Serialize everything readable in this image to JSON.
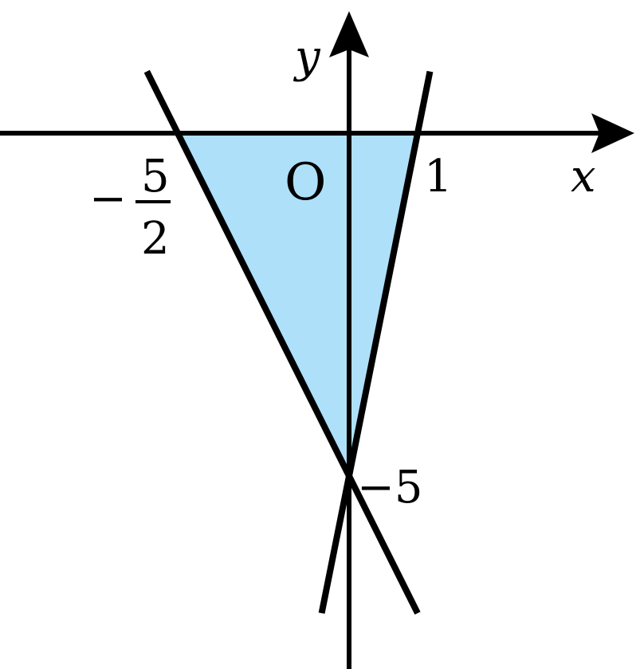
{
  "diagram": {
    "axes": {
      "x_label": "x",
      "y_label": "y",
      "origin_label": "O"
    },
    "points": {
      "x_intercept_left": {
        "x": -2.5,
        "sign": "−",
        "numerator": "5",
        "denominator": "2"
      },
      "x_intercept_right": {
        "x": 1,
        "label": "1"
      },
      "y_intercept": {
        "y": -5,
        "label": "−5"
      }
    },
    "lines": [
      {
        "equation": "y = -2x - 5",
        "slope": -2,
        "intercept": -5
      },
      {
        "equation": "y = 5x - 5",
        "slope": 5,
        "intercept": -5
      }
    ],
    "region": {
      "vertices": [
        [
          -2.5,
          0
        ],
        [
          1,
          0
        ],
        [
          0,
          -5
        ]
      ],
      "fill": "#aee0fa"
    },
    "colors": {
      "stroke": "#000000",
      "region_fill": "#aee0fa"
    }
  }
}
